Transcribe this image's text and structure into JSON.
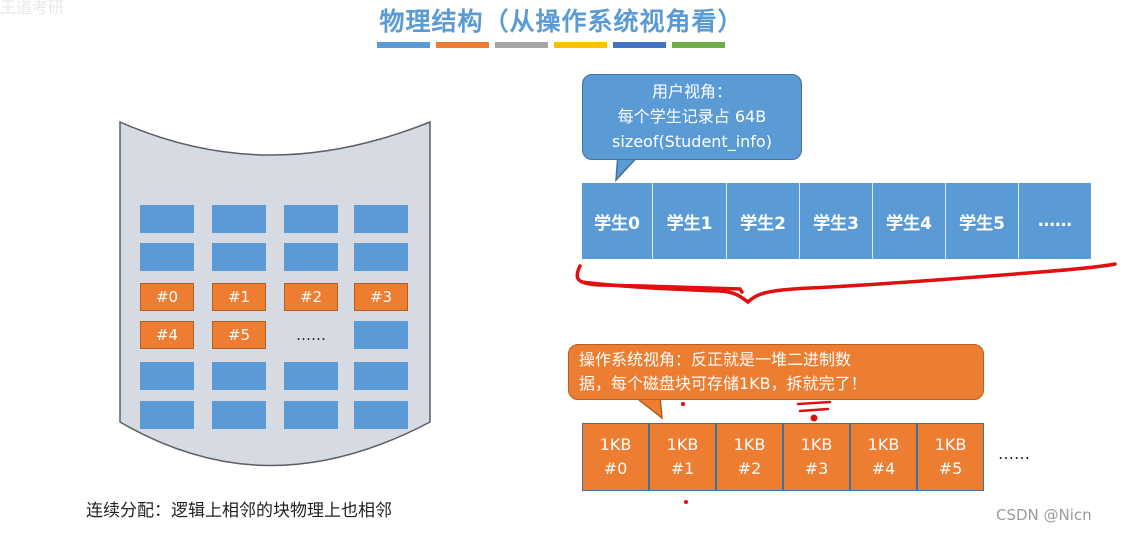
{
  "slide": {
    "title": "物理结构（从操作系统视角看）",
    "accent_colors": [
      "#5b9bd5",
      "#ed7d31",
      "#a5a5a5",
      "#ffc000",
      "#4472c4",
      "#70ad47"
    ]
  },
  "disk": {
    "blocks_labeled": [
      "#0",
      "#1",
      "#2",
      "#3",
      "#4",
      "#5"
    ],
    "ellipsis": "……",
    "caption": "连续分配：逻辑上相邻的块物理上也相邻"
  },
  "user_view": {
    "callout_lines": [
      "用户视角：",
      "每个学生记录占 64B",
      "sizeof(Student_info)"
    ],
    "records": [
      "学生0",
      "学生1",
      "学生2",
      "学生3",
      "学生4",
      "学生5",
      "……"
    ]
  },
  "os_view": {
    "callout_lines": [
      "操作系统视角：反正就是一堆二进制数",
      "据，每个磁盘块可存储1KB，拆就完了！"
    ],
    "blocks": [
      {
        "size": "1KB",
        "id": "#0"
      },
      {
        "size": "1KB",
        "id": "#1"
      },
      {
        "size": "1KB",
        "id": "#2"
      },
      {
        "size": "1KB",
        "id": "#3"
      },
      {
        "size": "1KB",
        "id": "#4"
      },
      {
        "size": "1KB",
        "id": "#5"
      }
    ],
    "ellipsis": "……"
  },
  "watermark": "CSDN @Nicn",
  "faded_corner_text": "王道考研"
}
